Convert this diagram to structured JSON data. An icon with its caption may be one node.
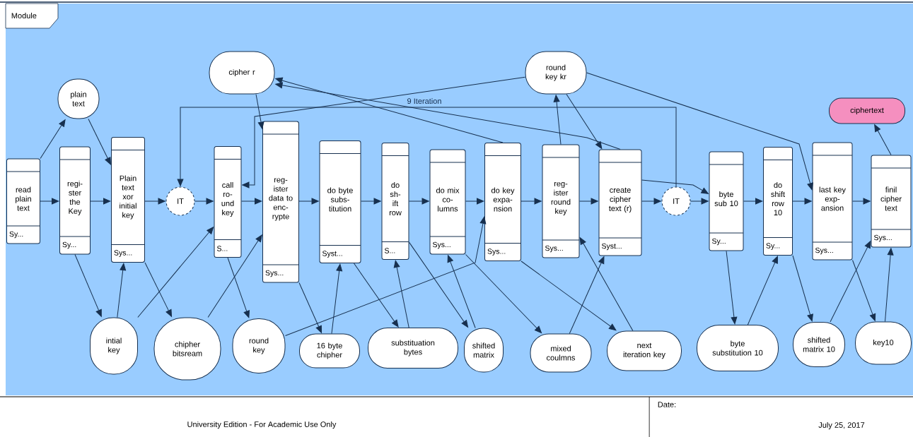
{
  "diagram": {
    "nodes": [
      {
        "text": [
          "read plain text",
          "Sy..."
        ]
      },
      {
        "text": [
          "plain text"
        ]
      },
      {
        "text": [
          "regi- ster the Key",
          "Sy..."
        ]
      },
      {
        "text": [
          "Plain text xor initial key",
          "Sys..."
        ]
      },
      {
        "text": [
          "IT"
        ]
      },
      {
        "text": [
          "cipher r"
        ]
      },
      {
        "text": [
          "call ro- und key",
          "S..."
        ]
      },
      {
        "text": [
          "reg- ister data to enc- rypte",
          "Sys..."
        ]
      },
      {
        "text": [
          "round key kr"
        ]
      },
      {
        "text": [
          "ciphertext"
        ]
      },
      {
        "text": [
          "do byte subs- titution",
          "Syst..."
        ]
      },
      {
        "text": [
          "do sh- ift row",
          "S..."
        ]
      },
      {
        "text": [
          "do mix co- lumns",
          "Sys..."
        ]
      },
      {
        "text": [
          "do key expa- nsion",
          "Sys..."
        ]
      },
      {
        "text": [
          "reg- ister round key",
          "Sys..."
        ]
      },
      {
        "text": [
          "create cipher text (r)",
          "Syst..."
        ]
      },
      {
        "text": [
          "IT"
        ]
      },
      {
        "text": [
          "byte sub 10",
          "Sy..."
        ]
      },
      {
        "text": [
          "do shift row 10",
          "Sy..."
        ]
      },
      {
        "text": [
          "last key exp- ansion",
          "Sys..."
        ]
      },
      {
        "text": [
          "finil cipher text",
          "Sys..."
        ]
      },
      {
        "text": [
          "intial key"
        ]
      },
      {
        "text": [
          "chipher bitsream"
        ]
      },
      {
        "text": [
          "round key"
        ]
      },
      {
        "text": [
          "16 byte chipher"
        ]
      },
      {
        "text": [
          "substituation bytes"
        ]
      },
      {
        "text": [
          "shifted matrix"
        ]
      },
      {
        "text": [
          "mixed coulmns"
        ]
      },
      {
        "text": [
          "next iteration key"
        ]
      },
      {
        "text": [
          "byte substitution 10"
        ]
      },
      {
        "text": [
          "shifted matrix 10"
        ]
      },
      {
        "text": [
          "key10"
        ]
      }
    ],
    "edges": [
      {
        "from": 0,
        "to": 1,
        "arrow": "to"
      },
      {
        "from": 0,
        "to": 2,
        "arrow": "to"
      },
      {
        "from": 1,
        "to": 3,
        "arrow": "to"
      },
      {
        "from": 2,
        "to": 3,
        "arrow": "to"
      },
      {
        "from": 2,
        "to": 21,
        "arrow": "to"
      },
      {
        "from": 21,
        "to": 3,
        "arrow": "to"
      },
      {
        "from": 3,
        "to": 4,
        "arrow": "to"
      },
      {
        "from": 3,
        "to": 22,
        "arrow": "to"
      },
      {
        "from": 4,
        "to": 6,
        "arrow": "to"
      },
      {
        "from": 21,
        "to": 6,
        "arrow": "to"
      },
      {
        "from": 6,
        "to": 7,
        "arrow": "to"
      },
      {
        "from": 8,
        "to": 6,
        "arrow": "to"
      },
      {
        "from": 22,
        "to": 7,
        "arrow": "to"
      },
      {
        "from": 6,
        "to": 23,
        "arrow": "to"
      },
      {
        "from": 5,
        "to": 7,
        "arrow": "to"
      },
      {
        "from": 7,
        "to": 10,
        "arrow": "to"
      },
      {
        "from": 7,
        "to": 24,
        "arrow": "to"
      },
      {
        "from": 24,
        "to": 10,
        "arrow": "to"
      },
      {
        "from": 10,
        "to": 11,
        "arrow": "to"
      },
      {
        "from": 10,
        "to": 25,
        "arrow": "to"
      },
      {
        "from": 25,
        "to": 11,
        "arrow": "to"
      },
      {
        "from": 11,
        "to": 12,
        "arrow": "to"
      },
      {
        "from": 11,
        "to": 26,
        "arrow": "to"
      },
      {
        "from": 26,
        "to": 12,
        "arrow": "to"
      },
      {
        "from": 12,
        "to": 13,
        "arrow": "to"
      },
      {
        "from": 23,
        "to": 13,
        "arrow": "to"
      },
      {
        "from": 12,
        "to": 27,
        "arrow": "to"
      },
      {
        "from": 13,
        "to": 14,
        "arrow": "to"
      },
      {
        "from": 13,
        "to": 28,
        "arrow": "to"
      },
      {
        "from": 28,
        "to": 14,
        "arrow": "to"
      },
      {
        "from": 27,
        "to": 15,
        "arrow": "to"
      },
      {
        "from": 14,
        "to": 15,
        "arrow": "to"
      },
      {
        "from": 14,
        "to": 8,
        "arrow": "to"
      },
      {
        "from": 8,
        "to": 15,
        "arrow": "to"
      },
      {
        "from": 8,
        "to": 19,
        "arrow": "to"
      },
      {
        "from": 13,
        "to": 5,
        "arrow": "to"
      },
      {
        "from": 15,
        "to": 5,
        "arrow": "to"
      },
      {
        "from": 15,
        "to": 16,
        "arrow": "to"
      },
      {
        "from": 16,
        "to": 4,
        "arrow": "to",
        "label": "9 Iteration"
      },
      {
        "from": 16,
        "to": 17,
        "arrow": "to"
      },
      {
        "from": 15,
        "to": 17,
        "arrow": "to"
      },
      {
        "from": 17,
        "to": 18,
        "arrow": "to"
      },
      {
        "from": 17,
        "to": 29,
        "arrow": "to"
      },
      {
        "from": 29,
        "to": 18,
        "arrow": "to"
      },
      {
        "from": 18,
        "to": 19,
        "arrow": "to"
      },
      {
        "from": 18,
        "to": 30,
        "arrow": "to"
      },
      {
        "from": 30,
        "to": 20,
        "arrow": "to"
      },
      {
        "from": 19,
        "to": 20,
        "arrow": "to"
      },
      {
        "from": 19,
        "to": 31,
        "arrow": "to"
      },
      {
        "from": 31,
        "to": 20,
        "arrow": "to"
      },
      {
        "from": 20,
        "to": 9,
        "arrow": "to"
      }
    ],
    "labels": [
      "Module",
      "University Edition - For Academic Use Only",
      "Date:",
      "July 25, 2017"
    ]
  }
}
